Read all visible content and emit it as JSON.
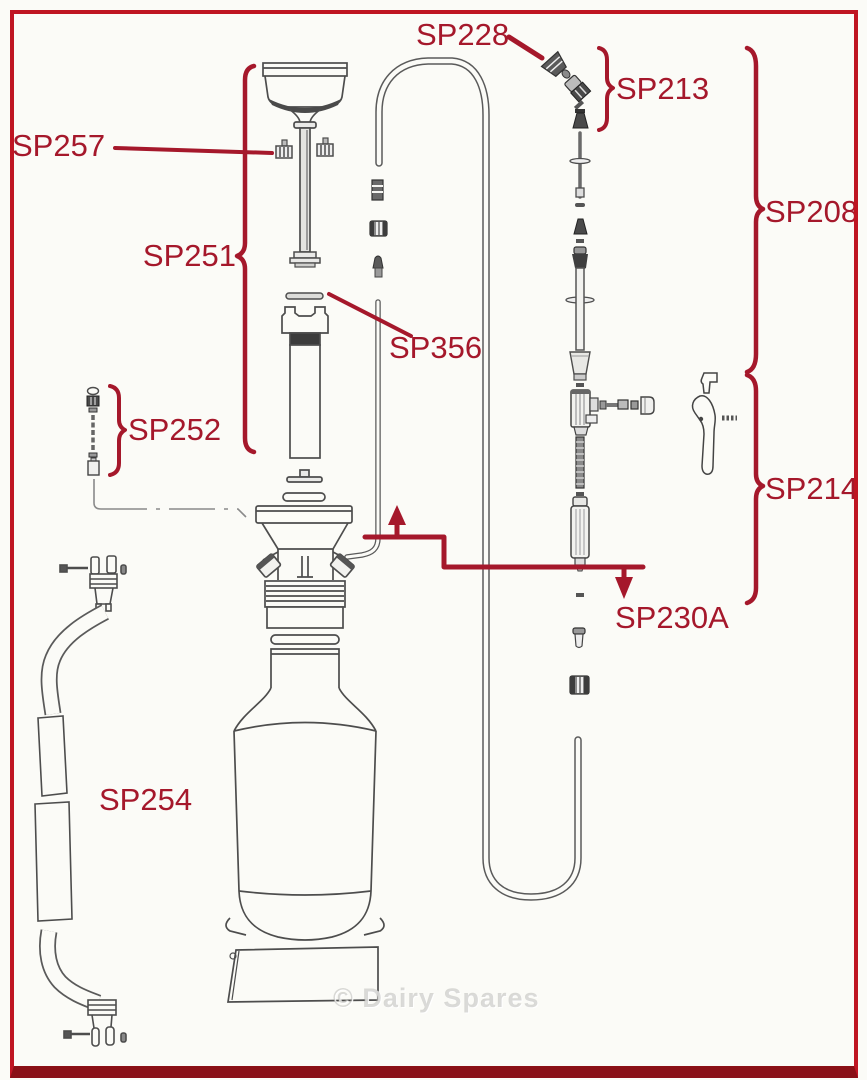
{
  "diagram": {
    "type": "exploded-parts-diagram",
    "subject": "pressure-sprayer",
    "part_labels": [
      {
        "id": "sp228",
        "text": "SP228"
      },
      {
        "id": "sp213",
        "text": "SP213"
      },
      {
        "id": "sp208",
        "text": "SP208"
      },
      {
        "id": "sp257",
        "text": "SP257"
      },
      {
        "id": "sp251",
        "text": "SP251"
      },
      {
        "id": "sp356",
        "text": "SP356"
      },
      {
        "id": "sp252",
        "text": "SP252"
      },
      {
        "id": "sp214",
        "text": "SP214"
      },
      {
        "id": "sp230a",
        "text": "SP230A"
      },
      {
        "id": "sp254",
        "text": "SP254"
      }
    ],
    "watermark": "© Dairy Spares",
    "colors": {
      "annotation_red": "#a5182b",
      "border_red": "#bf1522",
      "border_bottom_red": "#8a1016",
      "line_art_gray": "#555555",
      "background": "#fbfbf7"
    }
  }
}
